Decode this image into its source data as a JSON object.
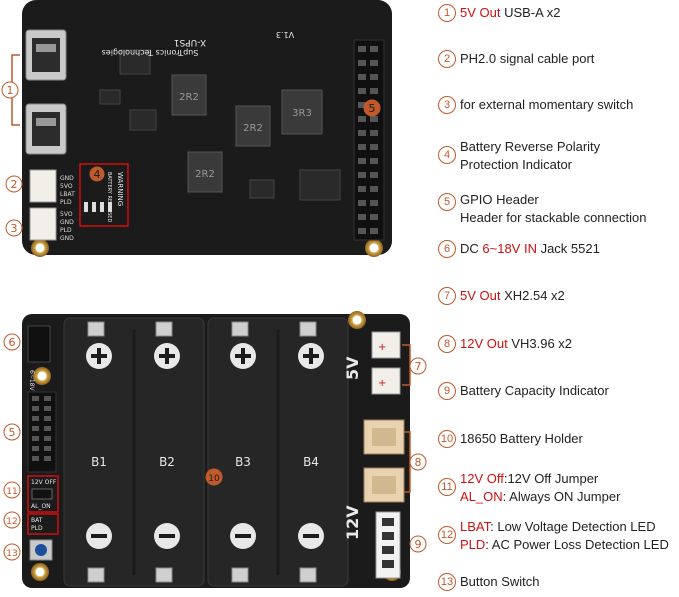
{
  "legend": [
    {
      "num": "1",
      "red": "5V Out",
      "text": " USB-A  x2"
    },
    {
      "num": "2",
      "red": "",
      "text": "PH2.0 signal cable port"
    },
    {
      "num": "3",
      "red": "",
      "text": "for external momentary switch"
    },
    {
      "num": "4",
      "red": "",
      "text": "Battery Reverse Polarity\nProtection Indicator"
    },
    {
      "num": "5",
      "red": "",
      "text": "GPIO Header\n Header for stackable connection"
    },
    {
      "num": "6",
      "red": "",
      "text": "DC ",
      "red2": "6~18V IN",
      "text2": " Jack 5521"
    },
    {
      "num": "7",
      "red": "5V Out",
      "text": " XH2.54 x2"
    },
    {
      "num": "8",
      "red": "12V Out",
      "text": " VH3.96 x2"
    },
    {
      "num": "9",
      "red": "",
      "text": "Battery Capacity Indicator"
    },
    {
      "num": "10",
      "red": "",
      "text": "18650 Battery Holder"
    },
    {
      "num": "11",
      "red": "12V Off",
      "text": ":12V Off Jumper",
      "red2": "AL_ON",
      "text2": ": Always ON Jumper"
    },
    {
      "num": "12",
      "red": "LBAT",
      "text": ": Low Voltage Detection LED",
      "red2": "PLD",
      "text2": ": AC Power Loss Detection LED"
    },
    {
      "num": "13",
      "red": "",
      "text": "Button Switch"
    }
  ],
  "board_top": {
    "silk_name": "X-UPS1",
    "silk_company": "SupTronics Technologies",
    "silk_version": "V1.3",
    "inductors": [
      "2R2",
      "2R2",
      "2R2",
      "3R3"
    ],
    "warning": "WARNING",
    "battery_reversed": "BATTERY REVERSED",
    "pins_left_a": [
      "GND",
      "5VO",
      "LBAT",
      "PLD"
    ],
    "pins_left_b": [
      "5VO",
      "GND",
      "PLD",
      "GND"
    ],
    "callouts": [
      "1",
      "2",
      "3",
      "4",
      "5"
    ]
  },
  "board_bottom": {
    "cells": [
      "B1",
      "B2",
      "B3",
      "B4"
    ],
    "dc_label": "6~18V",
    "five_v": "5V",
    "twelve_v": "12V",
    "jumper_12voff": "12V OFF",
    "jumper_alon": "AL_ON",
    "led_bat": "BAT",
    "led_pld": "PLD",
    "callouts": [
      "6",
      "5",
      "11",
      "12",
      "13",
      "10",
      "7",
      "8",
      "9"
    ]
  },
  "colors": {
    "callout": "#c05a2a",
    "accent_red": "#d01010",
    "pcb": "#1a1a1a",
    "holder": "#262626",
    "connector": "#e8d2b0"
  }
}
